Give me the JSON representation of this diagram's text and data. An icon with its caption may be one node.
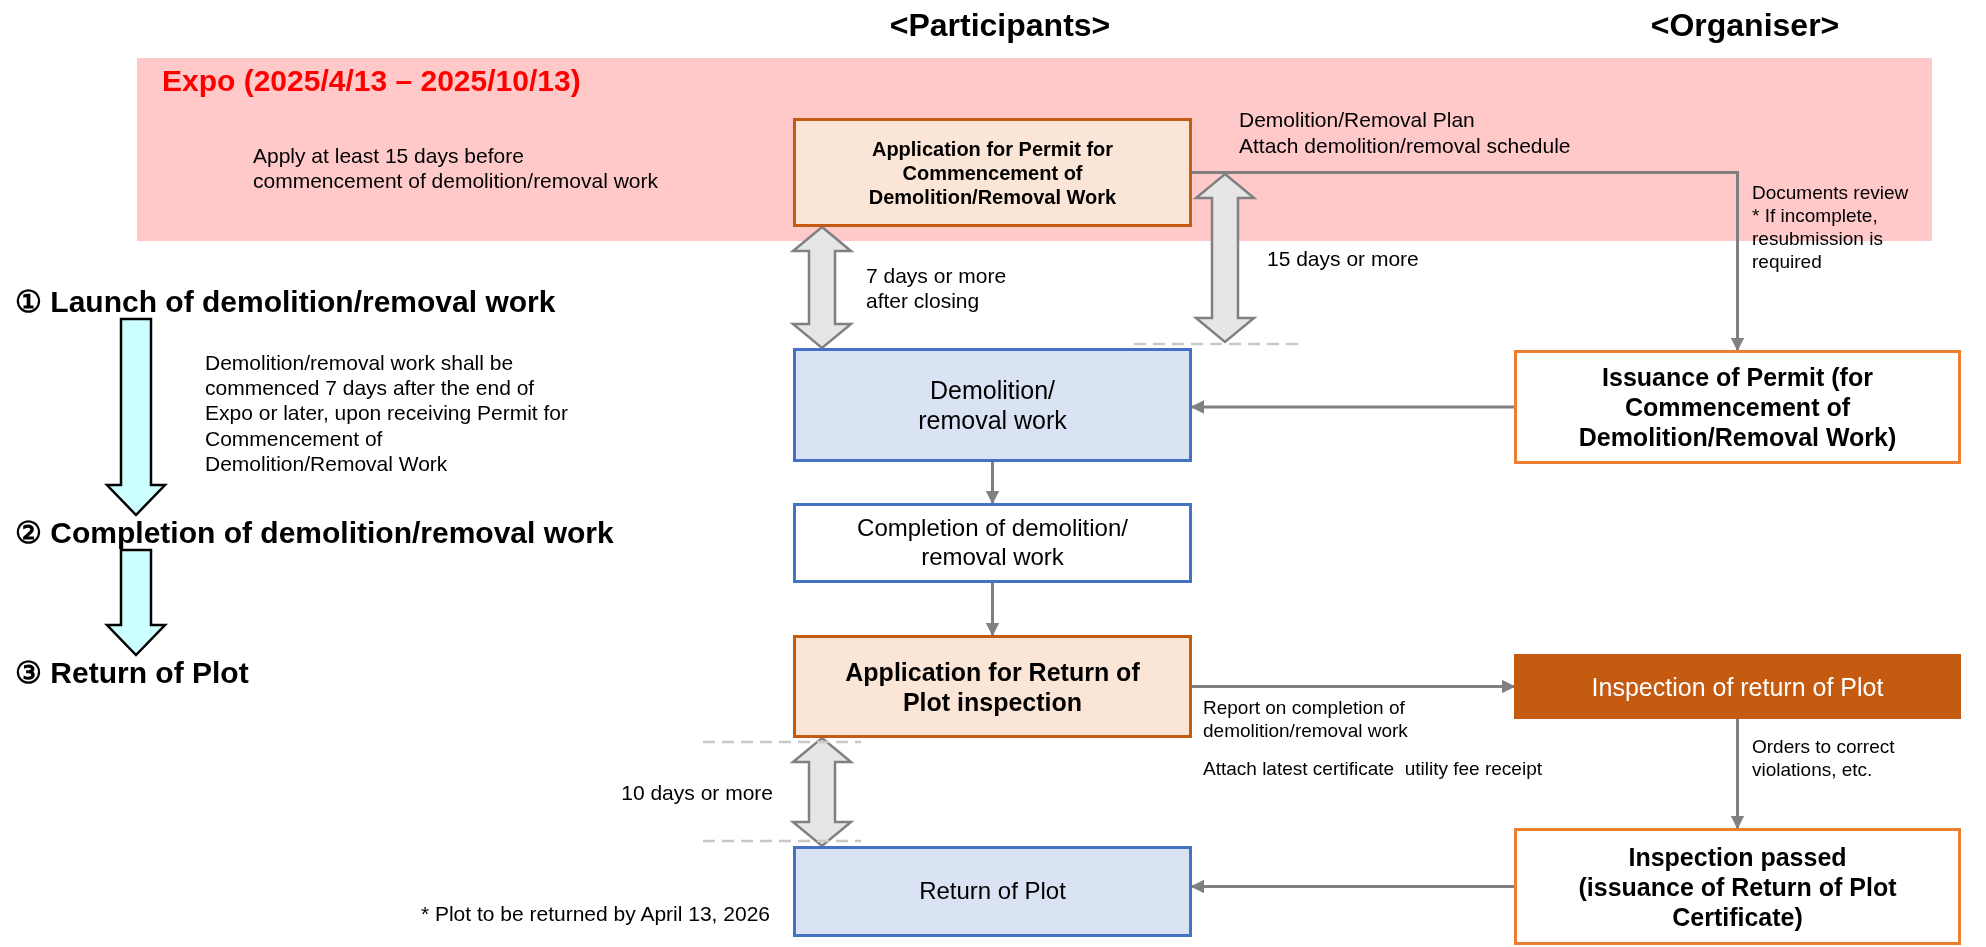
{
  "diagram": {
    "nodes": [
      {
        "text": [
          "Expo (2025/4/13 – 2025/10/13)"
        ]
      },
      {
        "text": [
          "Application for Permit for Commencement of Demolition/Removal Work"
        ],
        "in": 0
      },
      {
        "text": [
          "① Launch of demolition/removal work"
        ]
      },
      {
        "text": [
          "Demolition/ removal work"
        ]
      },
      {
        "text": [
          "Issuance of Permit (for Commencement of Demolition/Removal Work)"
        ]
      },
      {
        "text": [
          "② Completion of demolition/removal work"
        ]
      },
      {
        "text": [
          "Completion of demolition/ removal work"
        ]
      },
      {
        "text": [
          "③ Return of Plot"
        ]
      },
      {
        "text": [
          "Application for Return of Plot inspection"
        ]
      },
      {
        "text": [
          "Inspection of return of Plot"
        ]
      },
      {
        "text": [
          "Return of Plot"
        ]
      },
      {
        "text": [
          "Inspection passed (issuance of Return of Plot Certificate)"
        ]
      }
    ],
    "edges": [
      {
        "from": 1,
        "to": 4,
        "arrow": "to",
        "label": "Demolition/Removal Plan"
      },
      {
        "from": 4,
        "to": 3,
        "arrow": "to"
      },
      {
        "from": 3,
        "to": 6,
        "arrow": "to"
      },
      {
        "from": 6,
        "to": 8,
        "arrow": "to"
      },
      {
        "from": 8,
        "to": 9,
        "arrow": "to",
        "label": "Report on completion of demolition/removal work"
      },
      {
        "from": 9,
        "to": 11,
        "arrow": "to",
        "label": "Orders to correct violations, etc."
      },
      {
        "from": 11,
        "to": 10,
        "arrow": "to"
      },
      {
        "from": 2,
        "to": 5,
        "arrow": "to",
        "style": "thick",
        "color": "#ccffff"
      },
      {
        "from": 5,
        "to": 7,
        "arrow": "to",
        "style": "thick",
        "color": "#ccffff"
      },
      {
        "from": 1,
        "to": 3,
        "arrow": "both",
        "style": "thick",
        "color": "#e6e6e6",
        "label": "7 days or more after closing"
      },
      {
        "from": 8,
        "to": 10,
        "arrow": "both",
        "style": "thick",
        "color": "#e6e6e6",
        "label": "10 days or more"
      }
    ],
    "labels": [
      "<Participants>",
      "<Organiser>",
      "Apply at least 15 days before commencement of demolition/removal work",
      "Attach demolition/removal schedule",
      "Documents review",
      "* If incomplete, resubmission is required",
      "15 days or more",
      "Demolition/removal work shall be commenced 7 days after the end of Expo or later, upon receiving Permit for Commencement of Demolition/Removal Work",
      "Attach latest certificate  utility fee receipt",
      "* Plot to be returned by April 13, 2026"
    ]
  }
}
